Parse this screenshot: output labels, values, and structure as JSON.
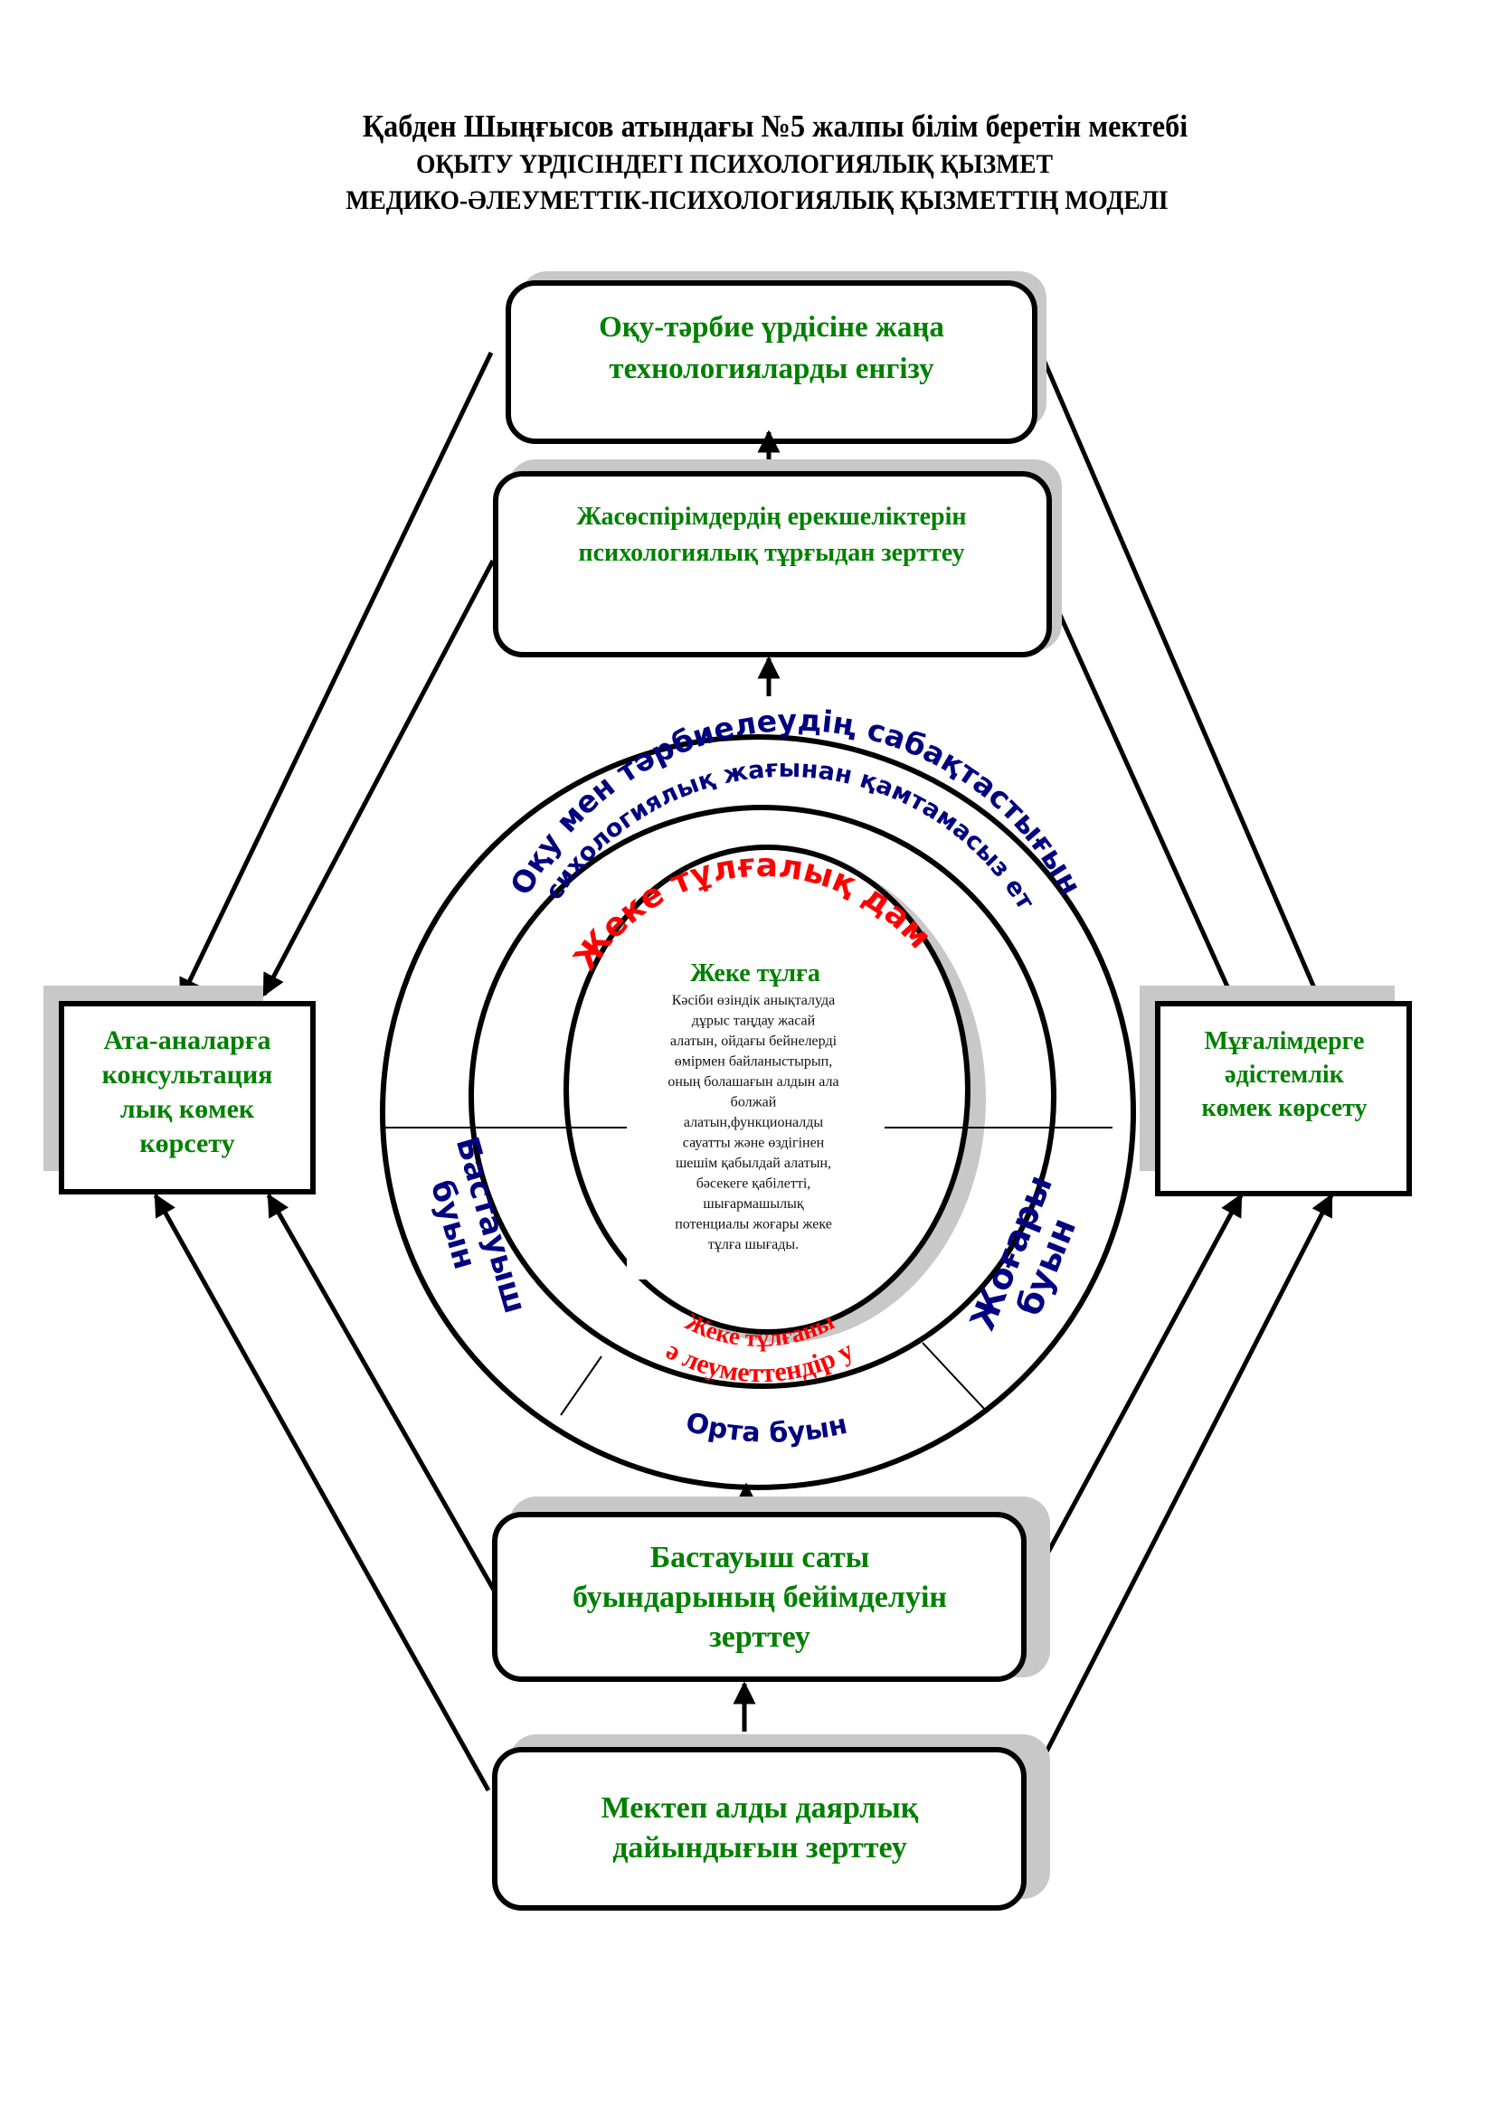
{
  "header": {
    "school_name": "Қабден Шыңғысов атындағы №5 жалпы  білім беретін мектебі",
    "subtitle": "ОҚЫТУ ҮРДІСІНДЕГІ  ПСИХОЛОГИЯЛЫҚ ҚЫЗМЕТ",
    "model_title": "МЕДИКО-ӘЛЕУМЕТТІК-ПСИХОЛОГИЯЛЫҚ  ҚЫЗМЕТТІҢ МОДЕЛІ"
  },
  "boxes": {
    "top": {
      "lines": [
        "Оқу-тәрбие үрдісіне жаңа",
        "технологияларды енгізу"
      ]
    },
    "upper": {
      "lines": [
        "Жасөспірімдердің ерекшеліктерін",
        "психологиялық тұрғыдан зерттеу"
      ]
    },
    "left": {
      "lines": [
        "Ата-аналарға",
        "консультация",
        "лық көмек",
        "көрсету"
      ]
    },
    "right": {
      "lines": [
        "Мұғалімдерге",
        "әдістемлік",
        "көмек көрсету"
      ]
    },
    "lower": {
      "lines": [
        "Бастауыш саты",
        "буындарының бейімделуін",
        "зерттеу"
      ]
    },
    "bottom": {
      "lines": [
        "Мектеп алды даярлық",
        "дайындығын зерттеу"
      ]
    }
  },
  "rings": {
    "outer_arc_line1": "Оқу мен тәрбиелеудің сабақтастығын",
    "outer_arc_line2": "психологиялық жағынан қамтамасыз ету",
    "inner_arc_top": "Жеке тұлғалық даму",
    "inner_arc_bottom_line1": "Жеке тұлғаны",
    "inner_arc_bottom_line2": "ә леуметтендір у",
    "segment_left_line1": "Бастауыш",
    "segment_left_line2": "буын",
    "segment_right_line1": "Жоғары",
    "segment_right_line2": "буын",
    "segment_bottom": "Орта буын"
  },
  "center": {
    "title": "Жеке тұлға",
    "lines": [
      "Кәсіби өзіндік анықталуда",
      "дұрыс таңдау жасай",
      "алатын, ойдағы бейнелерді",
      "өмірмен байланыстырып,",
      "оның болашағын алдын ала",
      "болжай",
      "алатын,функционалды",
      "сауатты және өздігінен",
      "шешім қабылдай алатын,",
      "бәсекеге қабілетті,",
      "шығармашылық",
      "потенциалы жоғары  жеке",
      "тұлға шығады."
    ]
  },
  "colors": {
    "box_text": "#008000",
    "arc_blue": "#000080",
    "arc_red": "#ff0000",
    "shadow": "#c8c8c8",
    "stroke": "#000000"
  }
}
